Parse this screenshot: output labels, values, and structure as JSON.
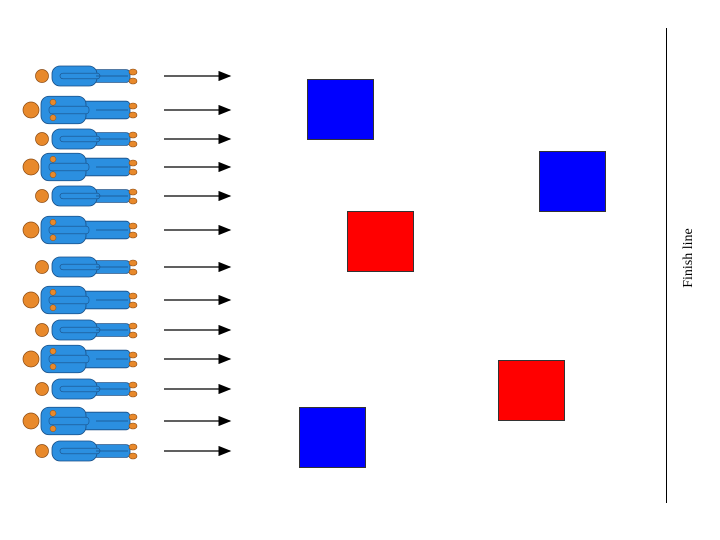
{
  "colors": {
    "person_body": "#2b8fe0",
    "person_outline": "#1a4f86",
    "person_skin": "#e8892b",
    "box_blue": "#0000ff",
    "box_red": "#ff0000",
    "arrow": "#000000"
  },
  "people": {
    "count": 13,
    "icon": "person-lying-icon",
    "direction": "right"
  },
  "arrows": {
    "count": 13,
    "icon": "arrow-right-icon"
  },
  "obstacles": [
    {
      "color": "blue"
    },
    {
      "color": "blue"
    },
    {
      "color": "red"
    },
    {
      "color": "red"
    },
    {
      "color": "blue"
    }
  ],
  "finish": {
    "label": "Finish line"
  }
}
